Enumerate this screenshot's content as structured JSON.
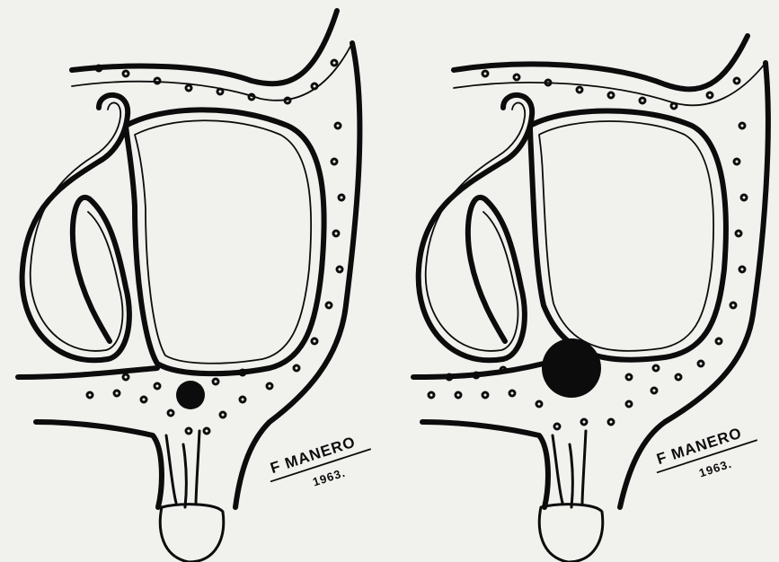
{
  "figure": {
    "background": "#f1f1ee",
    "ink": "#0c0c0c"
  },
  "panels": [
    {
      "signature": {
        "name": "F MANERO",
        "year": "1963."
      }
    },
    {
      "signature": {
        "name": "F MANERO",
        "year": "1963."
      }
    }
  ]
}
